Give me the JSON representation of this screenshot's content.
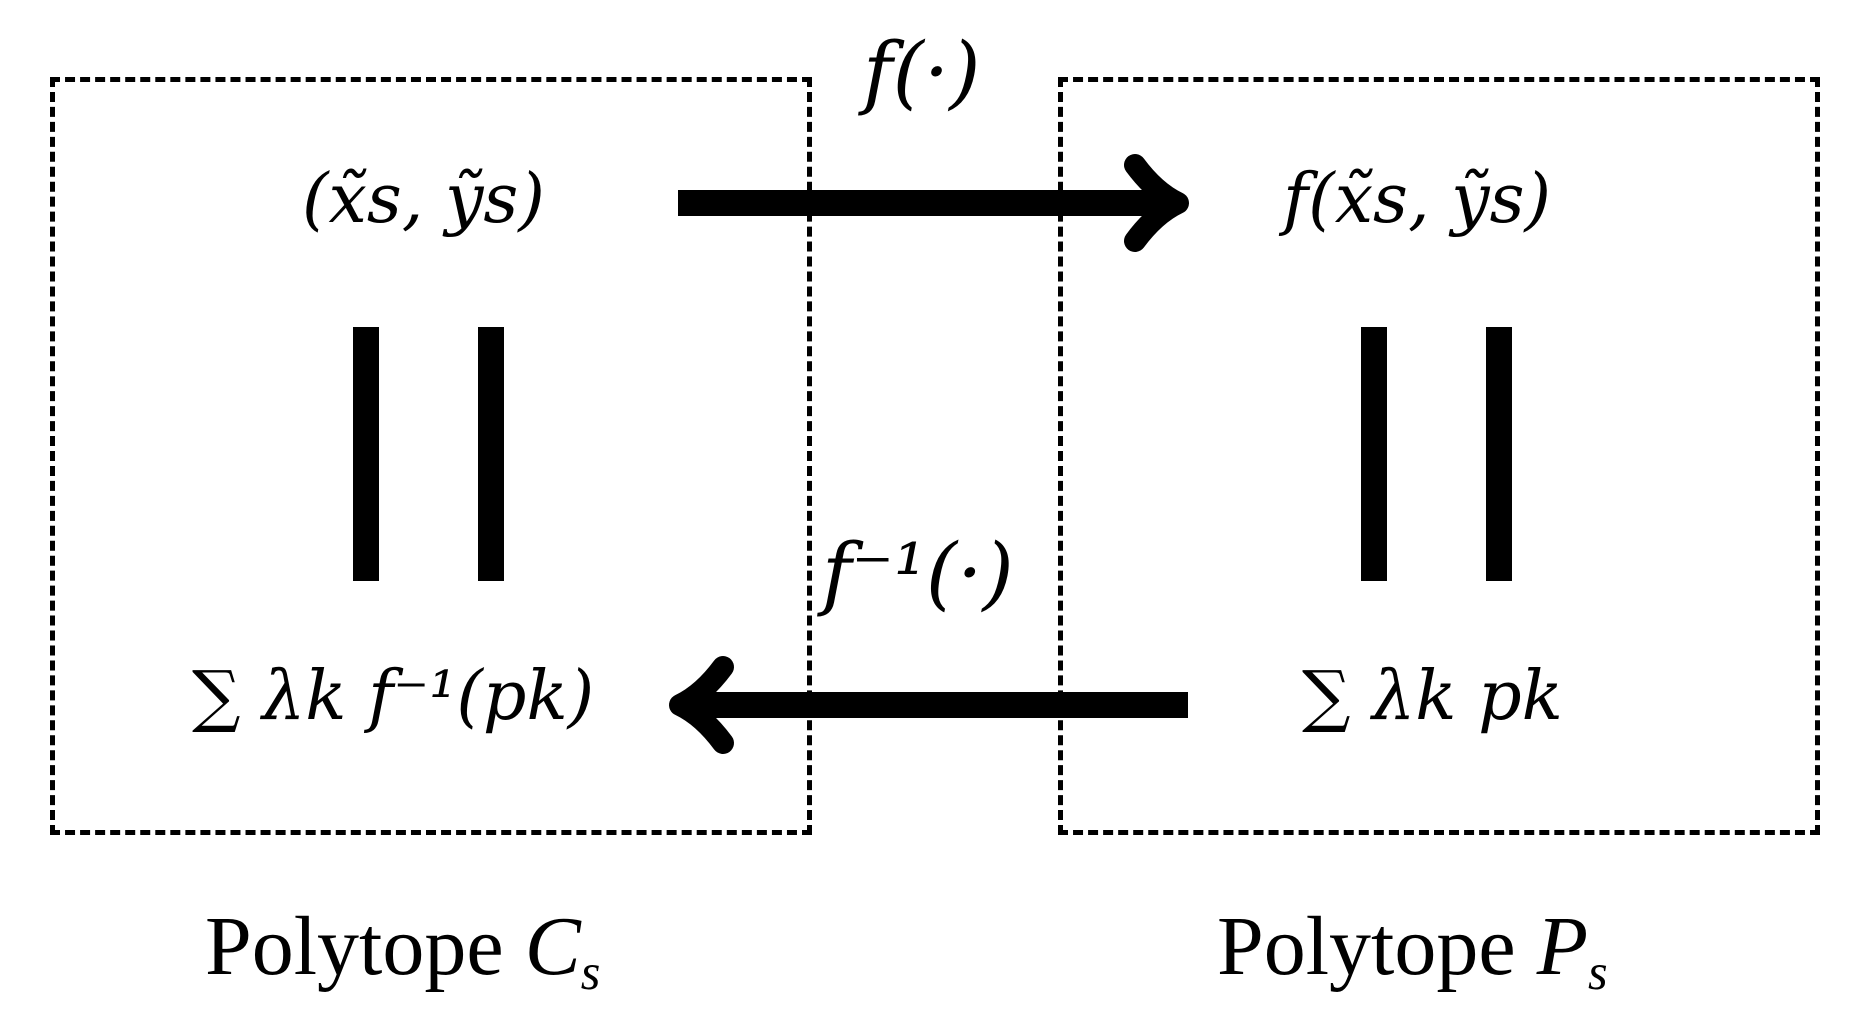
{
  "arrows": {
    "forward_label": "f(·)",
    "inverse_label": "f⁻¹(·)"
  },
  "left": {
    "top_expr": "(x̃s, ỹs)",
    "bottom_expr": "∑ λk f⁻¹(pk)",
    "caption_word": "Polytope",
    "caption_symbol": "C",
    "caption_sub": "s"
  },
  "right": {
    "top_expr": "f(x̃s, ỹs)",
    "bottom_expr": "∑ λk pk",
    "caption_word": "Polytope",
    "caption_symbol": "P",
    "caption_sub": "s"
  }
}
